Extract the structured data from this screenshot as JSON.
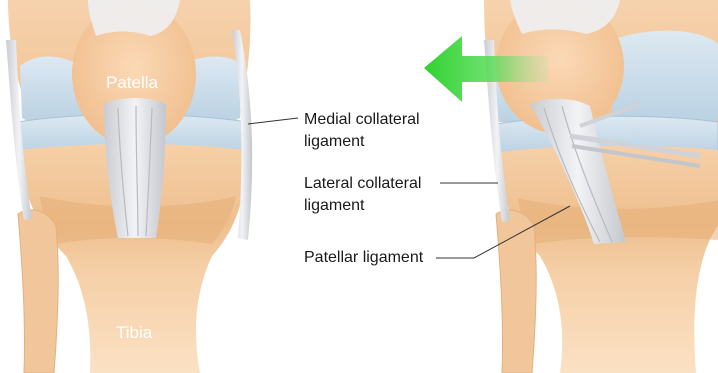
{
  "labels": {
    "patella": "Patella",
    "tibia": "Tibia",
    "medial_line1": "Medial collateral",
    "medial_line2": "ligament",
    "lateral_line1": "Lateral collateral",
    "lateral_line2": "ligament",
    "patellar": "Patellar ligament"
  },
  "colors": {
    "bone_light": "#f9dcbb",
    "bone_mid": "#f3c596",
    "bone_shadow": "#e8b07c",
    "cartilage": "#c6dcea",
    "ligament": "#e4e6ea",
    "ligament_shadow": "#b9bcc3",
    "arrow_green": "#3ad63a",
    "leader_line": "#333333"
  },
  "icons": {
    "direction": "arrow-left-icon"
  }
}
